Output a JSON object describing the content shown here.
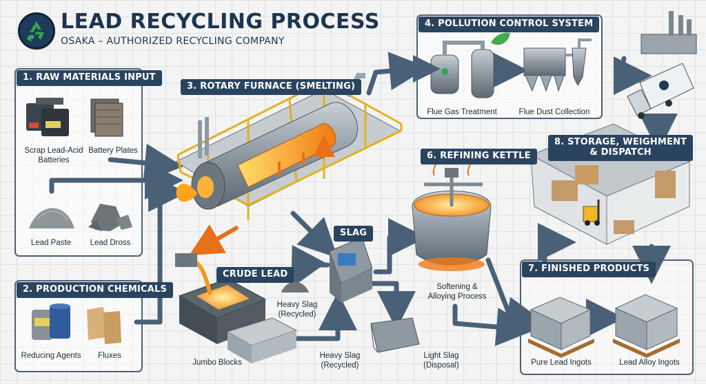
{
  "header": {
    "title": "LEAD RECYCLING PROCESS",
    "subtitle": "OSAKA – AUTHORIZED RECYCLING COMPANY"
  },
  "sections": {
    "s1": "1. RAW MATERIALS INPUT",
    "s2": "2. PRODUCTION CHEMICALS",
    "s3": "3. ROTARY FURNACE (SMELTING)",
    "s4": "4. POLLUTION CONTROL SYSTEM",
    "s6": "6. REFINING KETTLE",
    "s7": "7. FINISHED PRODUCTS",
    "s8": "8. STORAGE, WEIGHMENT\n& DISPATCH",
    "slag": "SLAG",
    "crude": "CRUDE LEAD"
  },
  "labels": {
    "batteries": "Scrap Lead-Acid\nBatteries",
    "plates": "Battery Plates",
    "paste": "Lead Paste",
    "dross": "Lead Dross",
    "reducing": "Reducing Agents",
    "fluxes": "Fluxes",
    "flue_gas": "Flue Gas Treatment",
    "flue_dust": "Flue Dust Collection",
    "softening": "Softening &\nAlloying Process",
    "jumbo": "Jumbo Blocks",
    "heavy_slag_top": "Heavy Slag\n(Recycled)",
    "heavy_slag_bottom": "Heavy Slag\n(Recycled)",
    "light_slag": "Light Slag\n(Disposal)",
    "pure_ingots": "Pure Lead Ingots",
    "alloy_ingots": "Lead Alloy Ingots"
  },
  "colors": {
    "navy": "#2a445f",
    "arrow": "#4a6077",
    "molten": "#f39a1e",
    "steel": "#9aa5ad",
    "rail": "#e2b21c",
    "recycle_green": "#2fa84f"
  },
  "icons": [
    "recycle-icon",
    "battery-icon",
    "plate-icon",
    "pile-icon",
    "barrel-icon",
    "sack-icon",
    "furnace-icon",
    "scrubber-icon",
    "cyclone-icon",
    "factory-icon",
    "truck-icon",
    "warehouse-icon",
    "forklift-icon",
    "kettle-icon",
    "mould-icon",
    "ingot-icon",
    "bin-icon",
    "machine-icon",
    "leaf-icon"
  ]
}
